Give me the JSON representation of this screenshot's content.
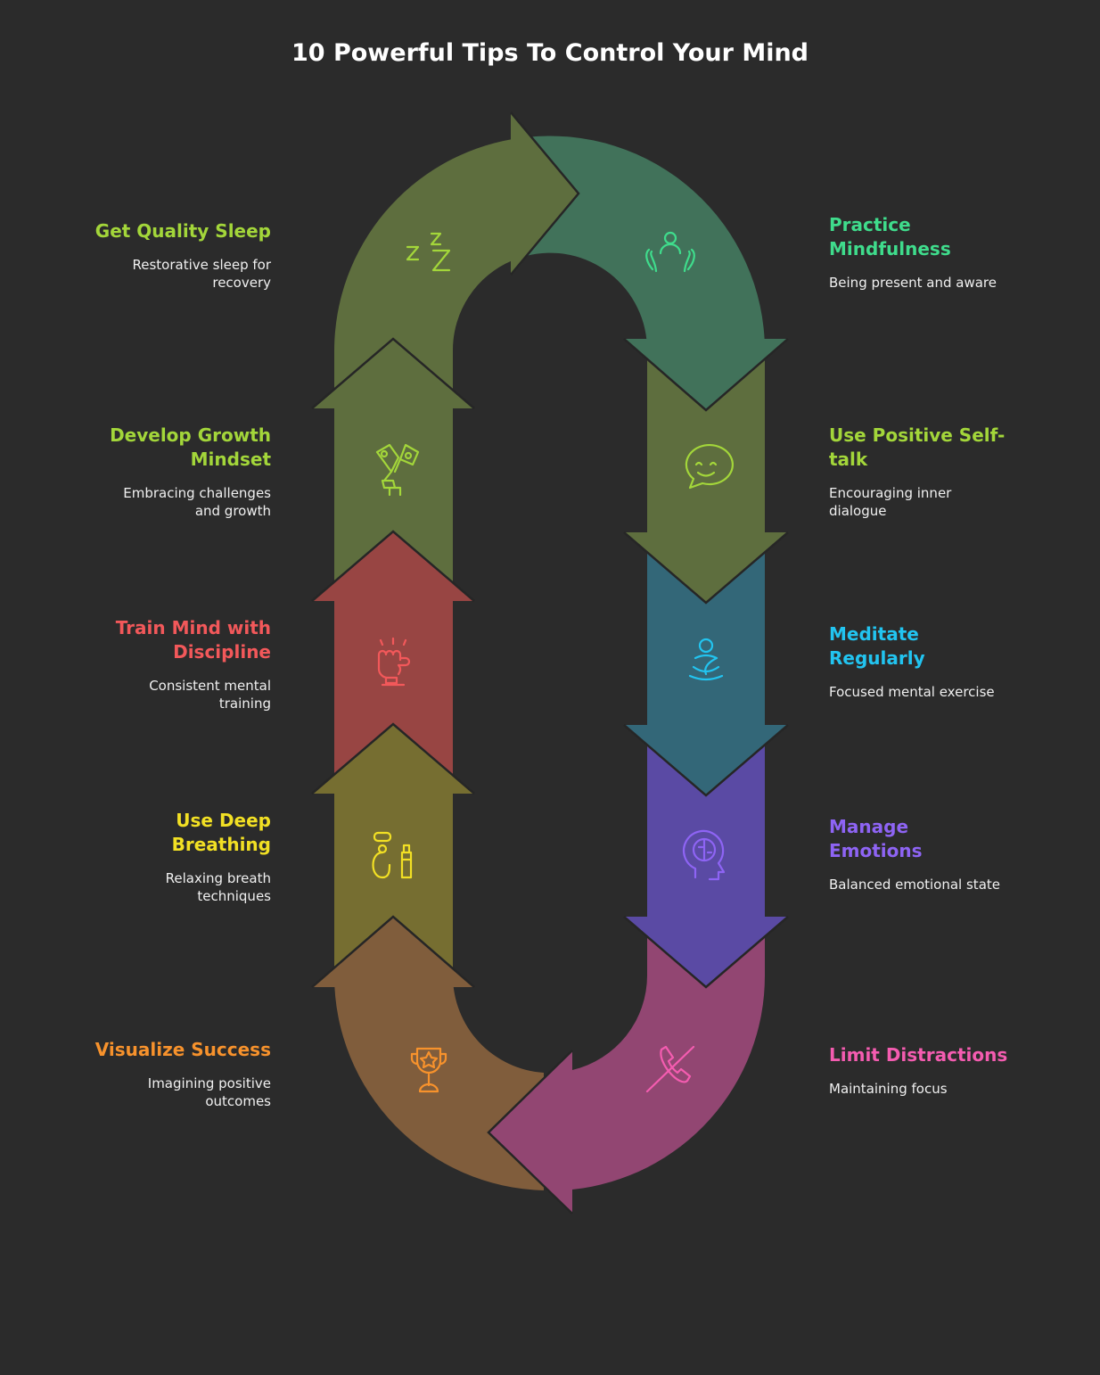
{
  "title": "10 Powerful Tips To Control Your Mind",
  "steps": [
    {
      "title": "Get Quality Sleep",
      "desc": "Restorative sleep for recovery",
      "icon": "sleep-zzz-icon",
      "color": "#a3d63a",
      "fill": "#5e6e3e"
    },
    {
      "title": "Practice Mindfulness",
      "desc": "Being present and aware",
      "icon": "person-hands-icon",
      "color": "#3fdc8c",
      "fill": "#41725a"
    },
    {
      "title": "Use Positive Self-talk",
      "desc": "Encouraging inner dialogue",
      "icon": "smile-speech-bubble-icon",
      "color": "#a3d63a",
      "fill": "#5e6e3e"
    },
    {
      "title": "Meditate Regularly",
      "desc": "Focused mental exercise",
      "icon": "meditation-icon",
      "color": "#22c4f0",
      "fill": "#336778"
    },
    {
      "title": "Manage Emotions",
      "desc": "Balanced emotional state",
      "icon": "head-brain-icon",
      "color": "#8e64f4",
      "fill": "#5a4aa4"
    },
    {
      "title": "Limit Distractions",
      "desc": "Maintaining focus",
      "icon": "phone-off-icon",
      "color": "#f45cb0",
      "fill": "#924672"
    },
    {
      "title": "Visualize Success",
      "desc": "Imagining positive outcomes",
      "icon": "trophy-star-icon",
      "color": "#f7922c",
      "fill": "#805d3c"
    },
    {
      "title": "Use Deep Breathing",
      "desc": "Relaxing breath techniques",
      "icon": "inhaler-icon",
      "color": "#f2e024",
      "fill": "#766e31"
    },
    {
      "title": "Train Mind with Discipline",
      "desc": "Consistent mental training",
      "icon": "fist-icon",
      "color": "#f2585a",
      "fill": "#984543"
    },
    {
      "title": "Develop Growth Mindset",
      "desc": "Embracing challenges and growth",
      "icon": "plant-growth-icon",
      "color": "#a3d63a",
      "fill": "#5e6e3e"
    }
  ]
}
